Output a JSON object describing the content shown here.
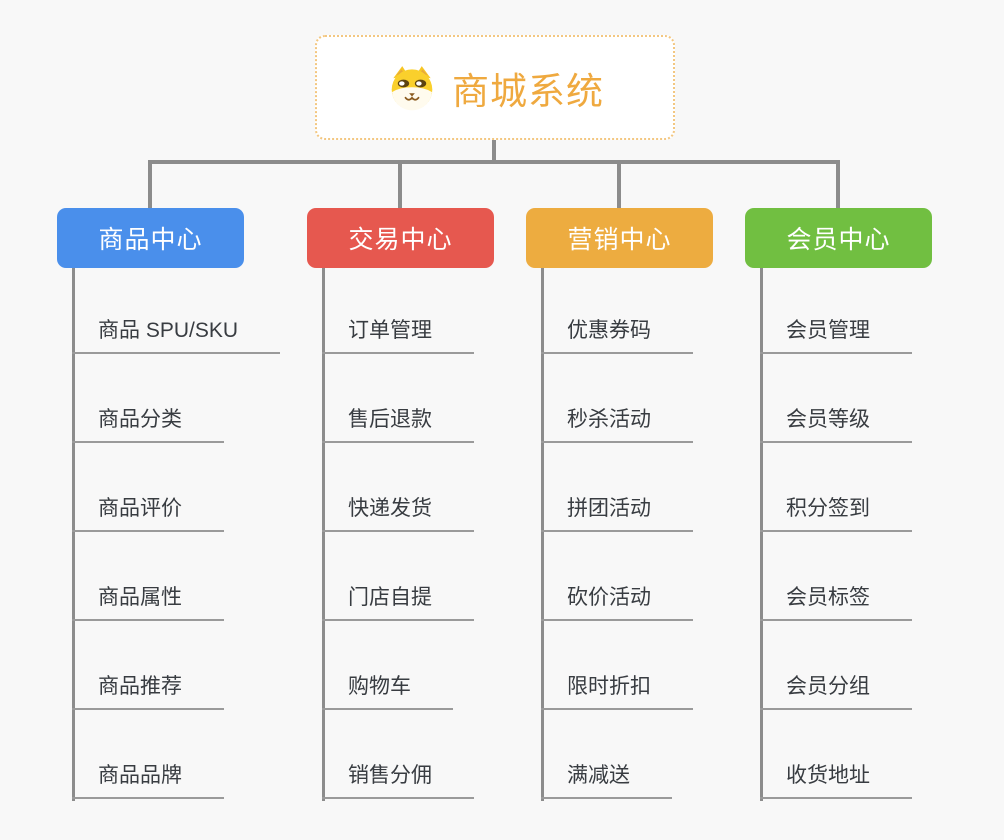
{
  "root": {
    "title": "商城系统",
    "icon": "dog-face-icon",
    "title_color": "#EFA93F",
    "border_color": "#F3C781"
  },
  "connector_color": "#8C8C8C",
  "branches": [
    {
      "label": "商品中心",
      "color": "#4A8FEB",
      "items": [
        "商品 SPU/SKU",
        "商品分类",
        "商品评价",
        "商品属性",
        "商品推荐",
        "商品品牌"
      ]
    },
    {
      "label": "交易中心",
      "color": "#E6584F",
      "items": [
        "订单管理",
        "售后退款",
        "快递发货",
        "门店自提",
        "购物车",
        "销售分佣"
      ]
    },
    {
      "label": "营销中心",
      "color": "#EDAC40",
      "items": [
        "优惠券码",
        "秒杀活动",
        "拼团活动",
        "砍价活动",
        "限时折扣",
        "满减送"
      ]
    },
    {
      "label": "会员中心",
      "color": "#71BF41",
      "items": [
        "会员管理",
        "会员等级",
        "积分签到",
        "会员标签",
        "会员分组",
        "收货地址"
      ]
    }
  ]
}
